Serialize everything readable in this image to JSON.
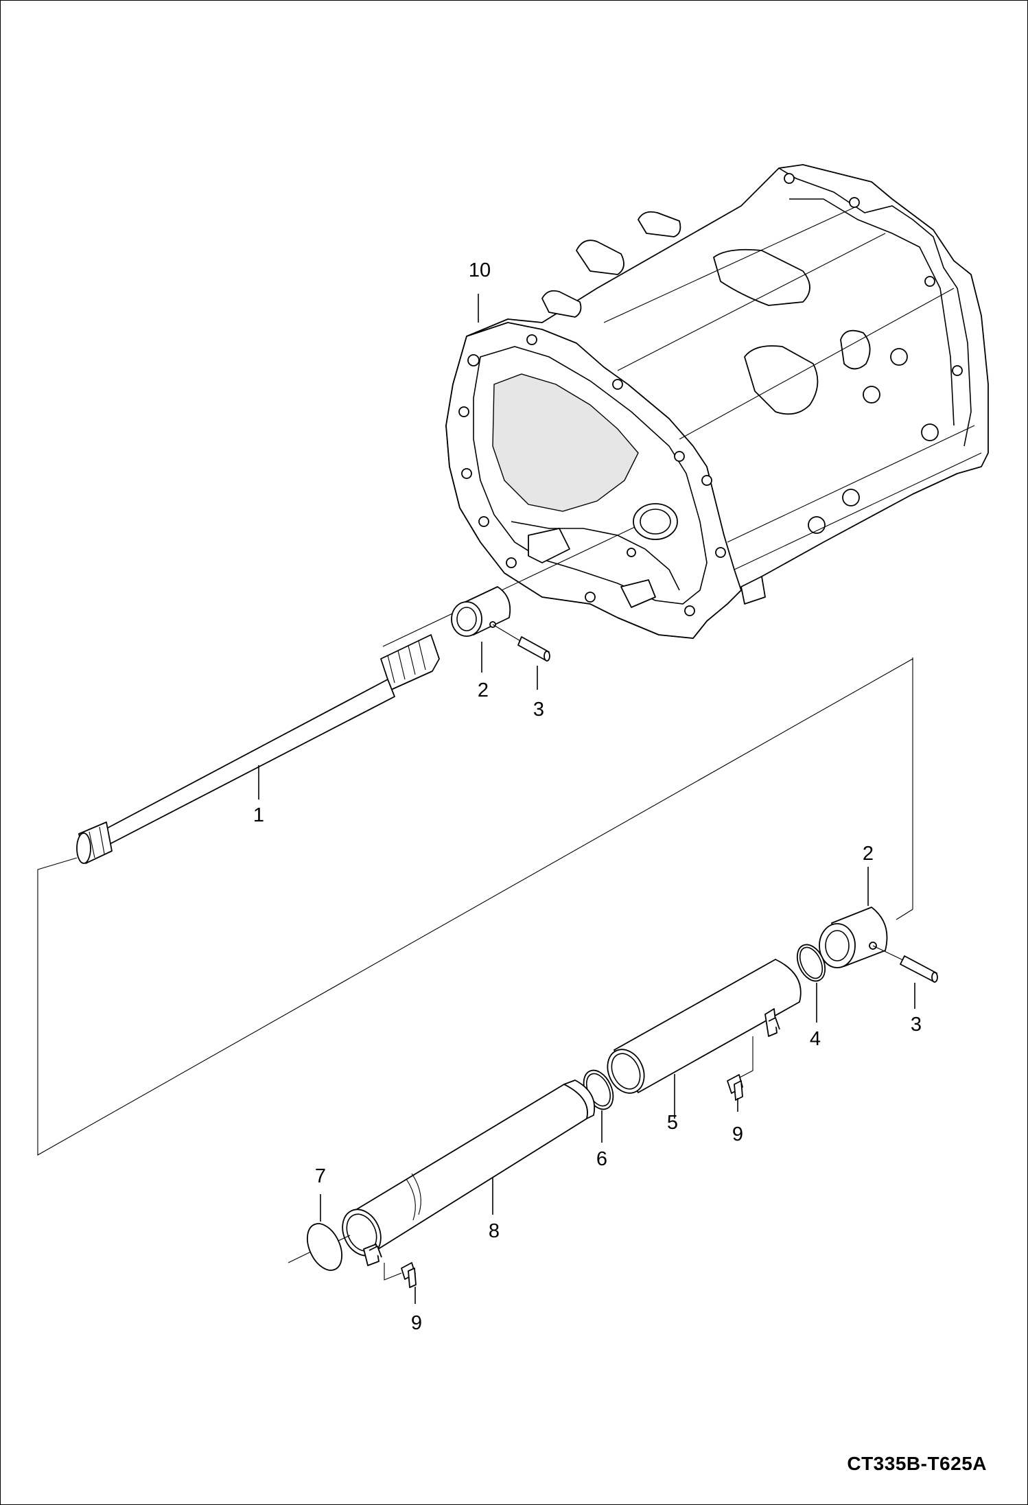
{
  "diagram": {
    "drawing_code": "CT335B-T625A",
    "callouts": {
      "housing": "10",
      "bushing_upper": "2",
      "pin_upper": "3",
      "shaft": "1",
      "bushing_lower": "2",
      "pin_lower": "3",
      "oring_4": "4",
      "tube_5": "5",
      "bolt_upper": "9",
      "oring_6": "6",
      "seal_7": "7",
      "tube_8": "8",
      "bolt_lower": "9"
    }
  }
}
